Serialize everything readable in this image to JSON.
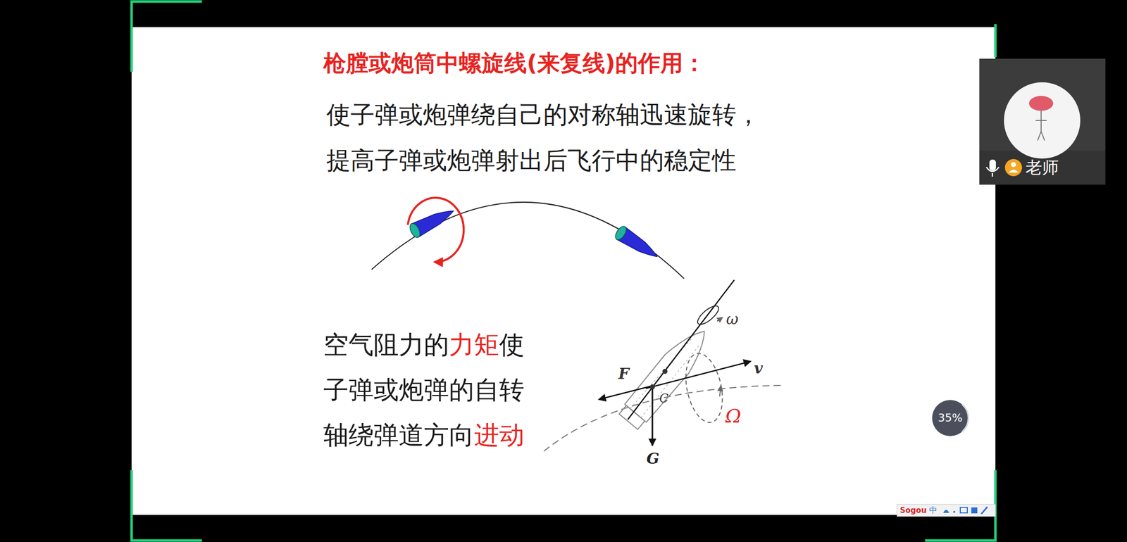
{
  "diagram": {
    "title": "枪膛或炮筒中螺旋线(来复线)的作用：",
    "nodes": [
      {
        "text": [
          "老师"
        ]
      },
      {
        "text": [
          "35%"
        ]
      }
    ],
    "labels": [
      "使子弹或炮弹绕自己的对称轴迅速旋转，",
      "提高子弹或炮弹射出后飞行中的稳定性",
      "空气阻力的",
      "力矩",
      "使子弹或炮弹的自转轴绕弹道方向",
      "进动",
      "ω",
      "F",
      "v",
      "C",
      "Ω",
      "G",
      "Sogou",
      "中"
    ]
  }
}
